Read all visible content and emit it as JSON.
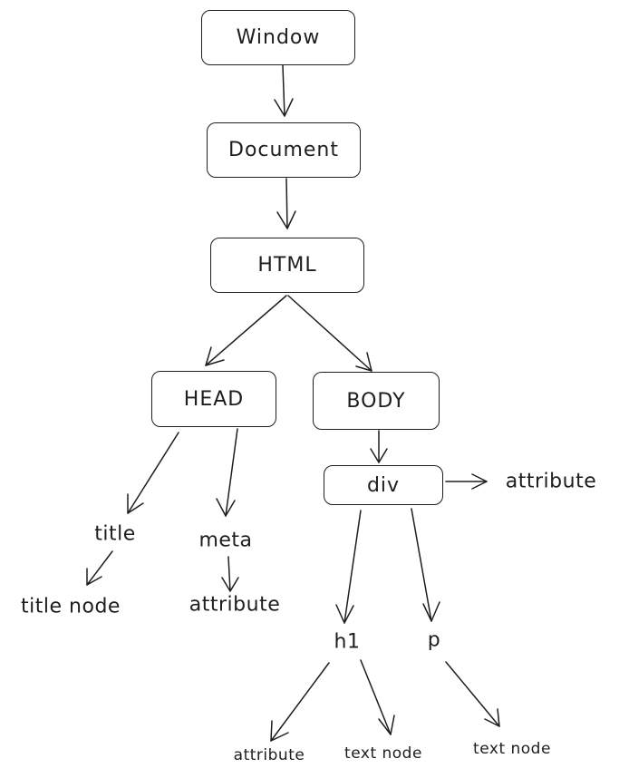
{
  "nodes": {
    "window": "Window",
    "document": "Document",
    "html": "HTML",
    "head": "HEAD",
    "body": "BODY",
    "div": "div",
    "div_attribute": "attribute",
    "title": "title",
    "title_node": "title node",
    "meta": "meta",
    "meta_attribute": "attribute",
    "h1": "h1",
    "p": "p",
    "h1_attribute": "attribute",
    "h1_text_node": "text node",
    "p_text_node": "text node"
  },
  "edges": [
    [
      "Window",
      "Document"
    ],
    [
      "Document",
      "HTML"
    ],
    [
      "HTML",
      "HEAD"
    ],
    [
      "HTML",
      "BODY"
    ],
    [
      "HEAD",
      "title"
    ],
    [
      "HEAD",
      "meta"
    ],
    [
      "title",
      "title node"
    ],
    [
      "meta",
      "attribute"
    ],
    [
      "BODY",
      "div"
    ],
    [
      "div",
      "attribute"
    ],
    [
      "div",
      "h1"
    ],
    [
      "div",
      "p"
    ],
    [
      "h1",
      "attribute"
    ],
    [
      "h1",
      "text node"
    ],
    [
      "p",
      "text node"
    ]
  ],
  "colors": {
    "stroke": "#1e1e1e",
    "background": "#ffffff"
  }
}
